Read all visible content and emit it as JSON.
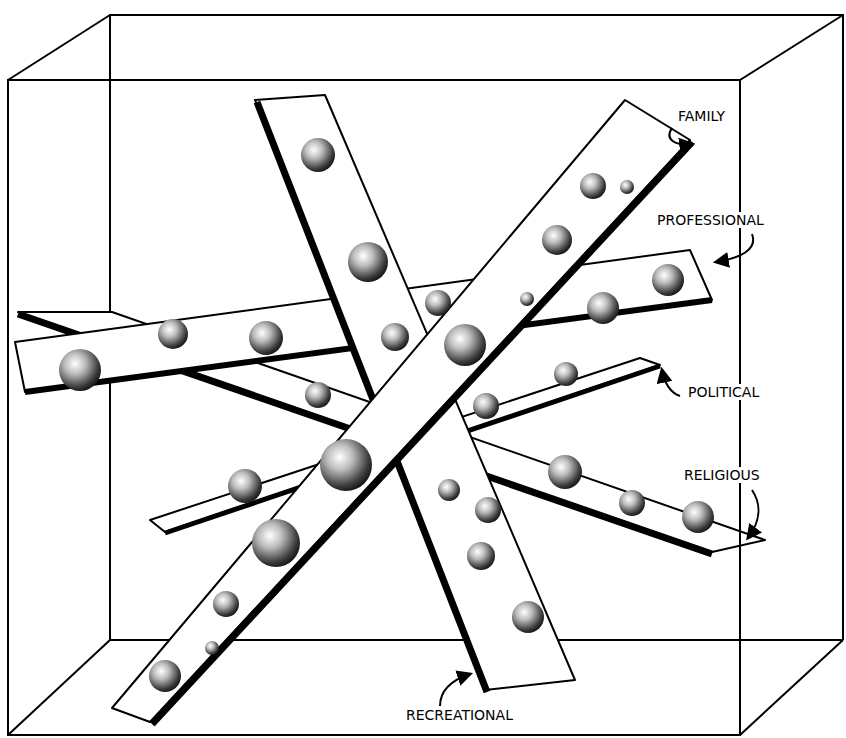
{
  "diagram": {
    "labels": [
      "FAMILY",
      "PROFESSIONAL",
      "POLITICAL",
      "RELIGIOUS",
      "RECREATIONAL"
    ]
  }
}
